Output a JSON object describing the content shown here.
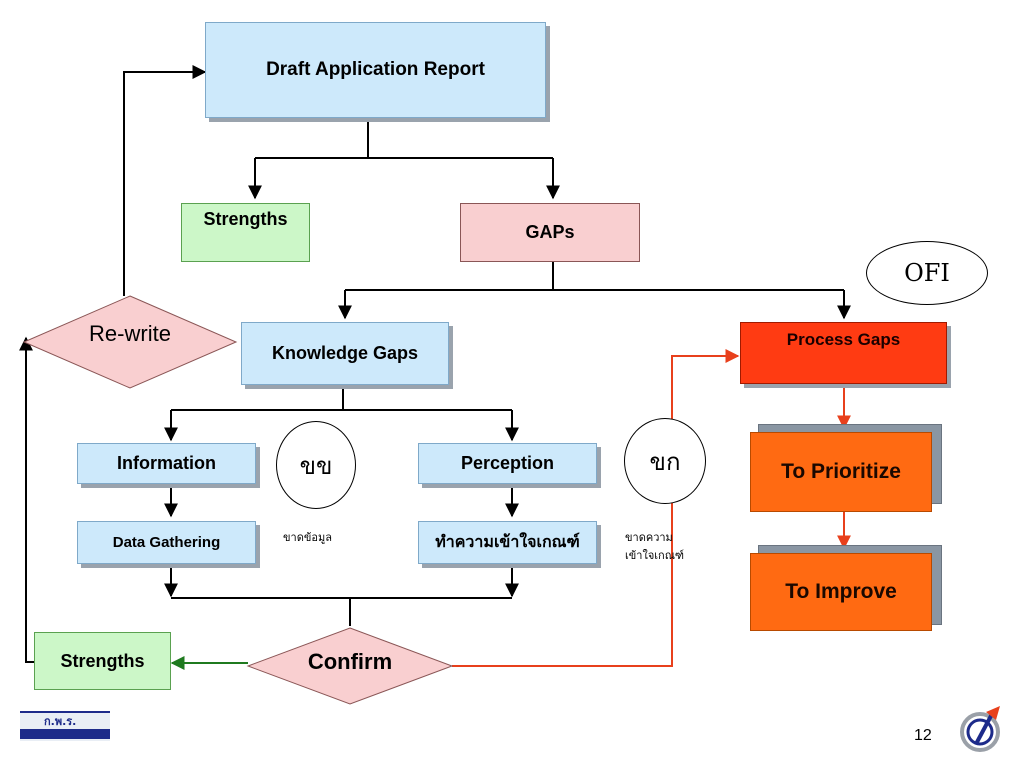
{
  "nodes": {
    "draft_report": "Draft Application Report",
    "strengths_top": "Strengths",
    "gaps": "GAPs",
    "ofi": "OFI",
    "rewrite": "Re-write",
    "knowledge_gaps": "Knowledge Gaps",
    "process_gaps": "Process Gaps",
    "information": "Information",
    "kk_circle": "ขข",
    "perception": "Perception",
    "kg_circle": "ขก",
    "to_prioritize": "To Prioritize",
    "data_gathering": "Data Gathering",
    "kk_note": "ขาดข้อมูล",
    "understand_criteria": "ทำความเข้าใจเกณฑ์",
    "kg_note_line1": "ขาดความ",
    "kg_note_line2": "เข้าใจเกณฑ์",
    "to_improve": "To Improve",
    "confirm": "Confirm",
    "strengths_bottom": "Strengths"
  },
  "footer": {
    "logo_text": "ก.พ.ร.",
    "page_number": "12"
  },
  "colors": {
    "box_blue": "#cde9fb",
    "box_green": "#ccf7c8",
    "box_pink": "#f9cfd0",
    "box_red": "#ff3b12",
    "box_orange": "#ff6a12",
    "arrow_black": "#000000",
    "arrow_red": "#e8401c",
    "arrow_green": "#1f7a1f"
  }
}
